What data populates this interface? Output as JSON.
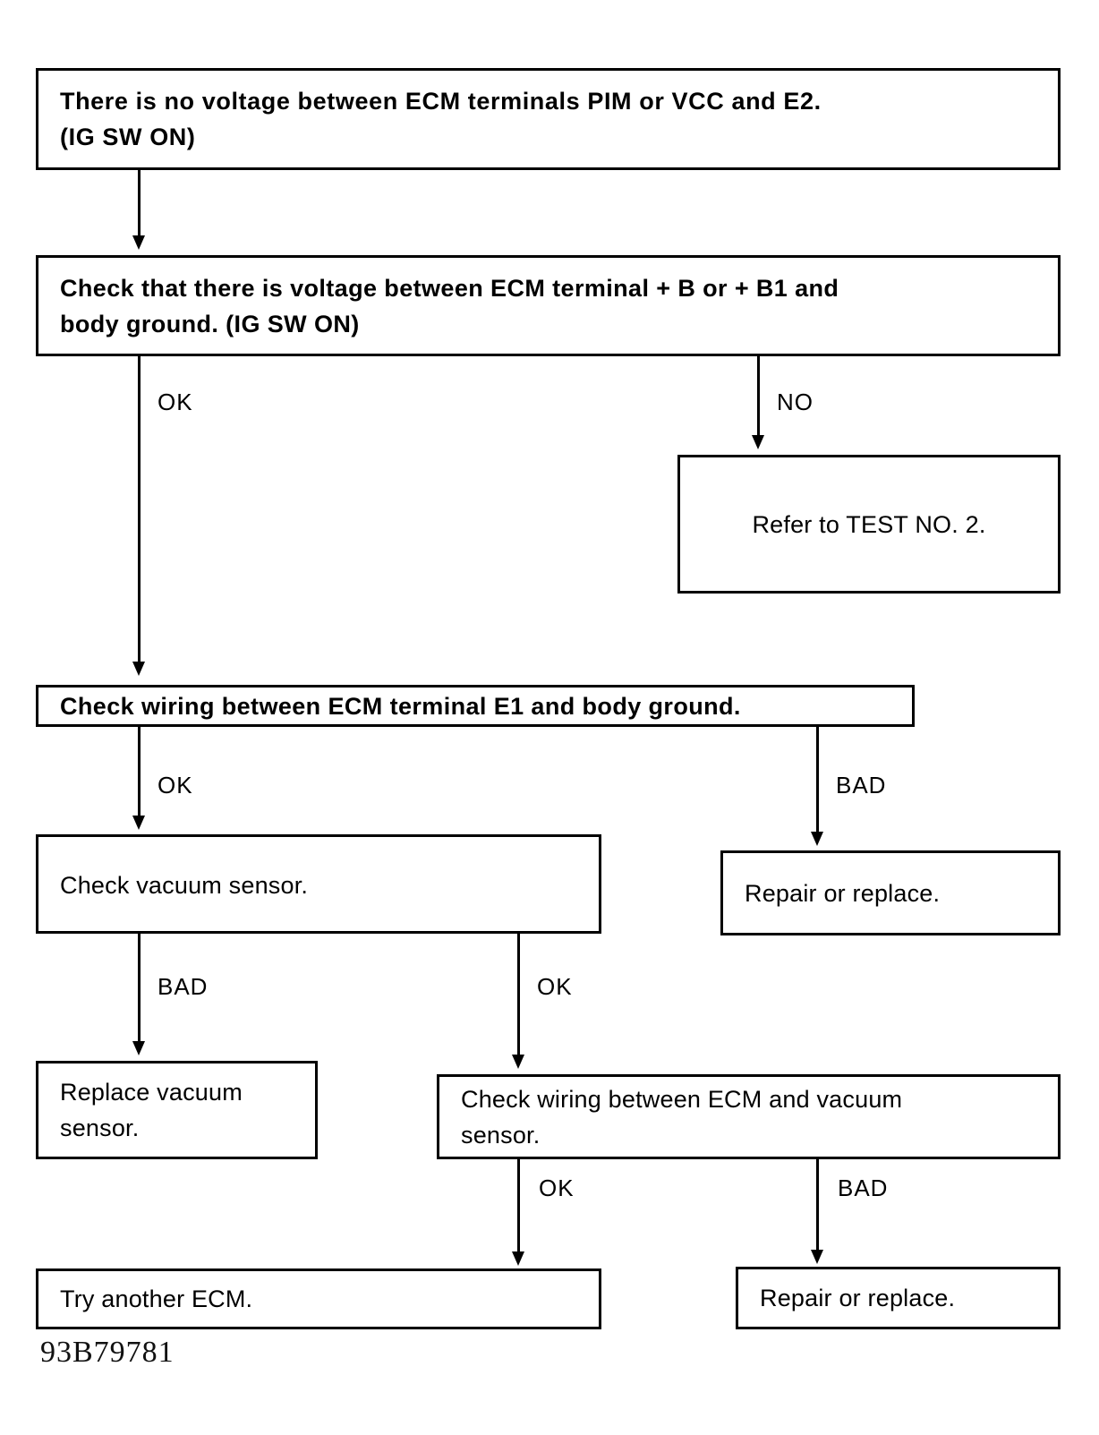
{
  "diagram": {
    "title": "ECM voltage / vacuum sensor troubleshooting flowchart",
    "caption": "93B79781",
    "nodes": {
      "n1": {
        "line1": "There is no voltage between ECM terminals PIM or VCC and E2.",
        "line2": "(IG SW ON)"
      },
      "n2": {
        "line1": "Check that there is voltage between ECM terminal  + B or  + B1 and",
        "line2": "body ground. (IG SW ON)"
      },
      "n3": {
        "line1": "Refer to TEST NO. 2."
      },
      "n4": {
        "line1": "Check wiring between ECM terminal E1 and body ground."
      },
      "n5": {
        "line1": "Check vacuum sensor."
      },
      "n6": {
        "line1": "Repair or replace."
      },
      "n7": {
        "line1": "Replace vacuum",
        "line2": "sensor."
      },
      "n8": {
        "line1": "Check wiring between ECM and vacuum",
        "line2": "sensor."
      },
      "n9": {
        "line1": "Try another ECM."
      },
      "n10": {
        "line1": "Repair or replace."
      }
    },
    "edge_labels": {
      "e1_ok": "OK",
      "e1_no": "NO",
      "e2_ok": "OK",
      "e2_bad": "BAD",
      "e3_bad": "BAD",
      "e3_ok": "OK",
      "e4_ok": "OK",
      "e4_bad": "BAD"
    },
    "colors": {
      "ink": "#000000",
      "paper": "#ffffff"
    }
  }
}
